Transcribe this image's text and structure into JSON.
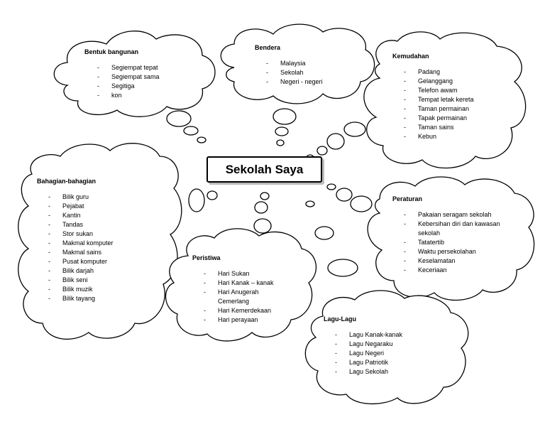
{
  "center_title": "Sekolah Saya",
  "clouds": {
    "bentuk": {
      "title": "Bentuk bangunan",
      "items": [
        "Segiempat tepat",
        "Segiempat sama",
        "Segitiga",
        "kon"
      ]
    },
    "bendera": {
      "title": "Bendera",
      "items": [
        "Malaysia",
        "Sekolah",
        "Negeri - negeri"
      ]
    },
    "kemudahan": {
      "title": "Kemudahan",
      "items": [
        "Padang",
        "Gelanggang",
        "Telefon awam",
        "Tempat letak kereta",
        "Taman permainan",
        "Tapak permainan",
        "Taman sains",
        "Kebun"
      ]
    },
    "bahagian": {
      "title": "Bahagian-bahagian",
      "items": [
        "Bilik guru",
        "Pejabat",
        "Kantin",
        "Tandas",
        "Stor sukan",
        "Makmal komputer",
        "Makmal sains",
        "Pusat komputer",
        "Bilik darjah",
        "Bilik seni",
        "Bilik muzik",
        "Bilik tayang"
      ]
    },
    "peraturan": {
      "title": "Peraturan",
      "items": [
        "Pakaian seragam sekolah",
        "Kebersihan diri dan kawasan sekolah",
        "Tatatertib",
        "Waktu persekolahan",
        "Keselamatan",
        "Keceriaan"
      ]
    },
    "peristiwa": {
      "title": "Peristiwa",
      "items": [
        "Hari Sukan",
        "Hari Kanak – kanak",
        "Hari Anugerah Cemerlang",
        "Hari Kemerdekaan",
        "Hari perayaan"
      ]
    },
    "lagu": {
      "title": "Lagu-Lagu",
      "items": [
        "Lagu Kanak-kanak",
        "Lagu Negaraku",
        "Lagu Negeri",
        "Lagu Patriotik",
        "Lagu Sekolah"
      ]
    }
  }
}
